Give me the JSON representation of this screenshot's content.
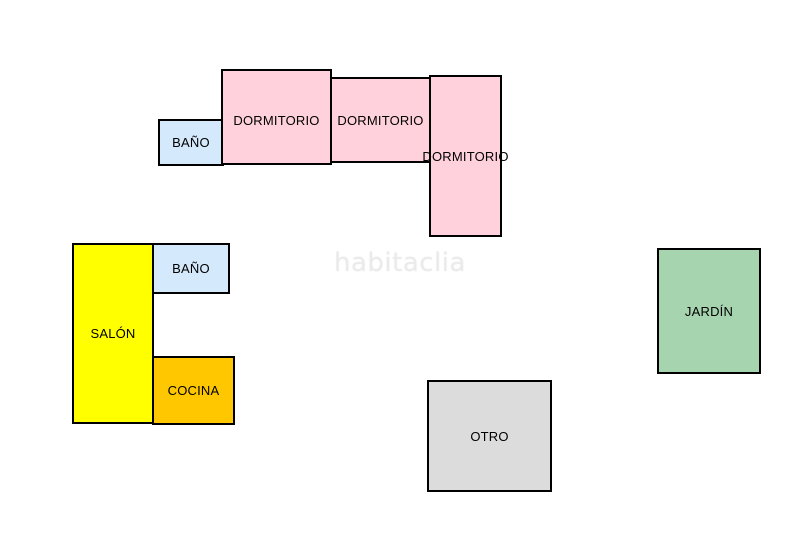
{
  "watermark": "habitaclia",
  "colors": {
    "dormitorio": "#ffd1dc",
    "bano": "#d4e9fb",
    "salon": "#ffff00",
    "cocina": "#ffc700",
    "jardin": "#a6d4ae",
    "otro": "#dcdcdc"
  },
  "rooms": {
    "bano_top": "BAÑO",
    "dormitorio_1": "DORMITORIO",
    "dormitorio_2": "DORMITORIO",
    "dormitorio_3": "DORMITORIO",
    "salon": "SALÓN",
    "bano_left": "BAÑO",
    "cocina": "COCINA",
    "jardin": "JARDÍN",
    "otro": "OTRO"
  }
}
